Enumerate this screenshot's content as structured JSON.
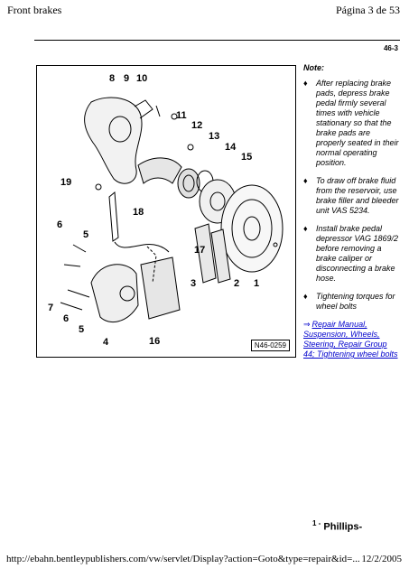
{
  "header": {
    "title": "Front brakes",
    "page_info": "Página 3 de 53",
    "section_number": "46-3"
  },
  "figure": {
    "callouts": [
      "8",
      "9",
      "10",
      "11",
      "12",
      "13",
      "14",
      "15",
      "19",
      "18",
      "6",
      "5",
      "17",
      "7",
      "6",
      "5",
      "4",
      "16",
      "3",
      "2",
      "1"
    ],
    "figure_id": "N46-0259"
  },
  "notes": {
    "title": "Note:",
    "bullets": [
      "After replacing brake pads, depress brake pedal firmly several times with vehicle stationary so that the brake pads are properly seated in their normal operating position.",
      "To draw off brake fluid from the reservoir, use brake filler and bleeder unit VAS 5234.",
      "Install brake pedal depressor VAG 1869/2 before removing a brake caliper or disconnecting a brake hose.",
      "Tightening torques for wheel bolts"
    ],
    "reference_arrow": "⇒",
    "reference_link": "Repair Manual, Suspension, Wheels, Steering, Repair Group 44; Tightening wheel bolts"
  },
  "item": {
    "number": "1 -",
    "label": "Phillips-"
  },
  "footer": {
    "url": "http://ebahn.bentleypublishers.com/vw/servlet/Display?action=Goto&type=repair&id=...",
    "date": "12/2/2005"
  }
}
